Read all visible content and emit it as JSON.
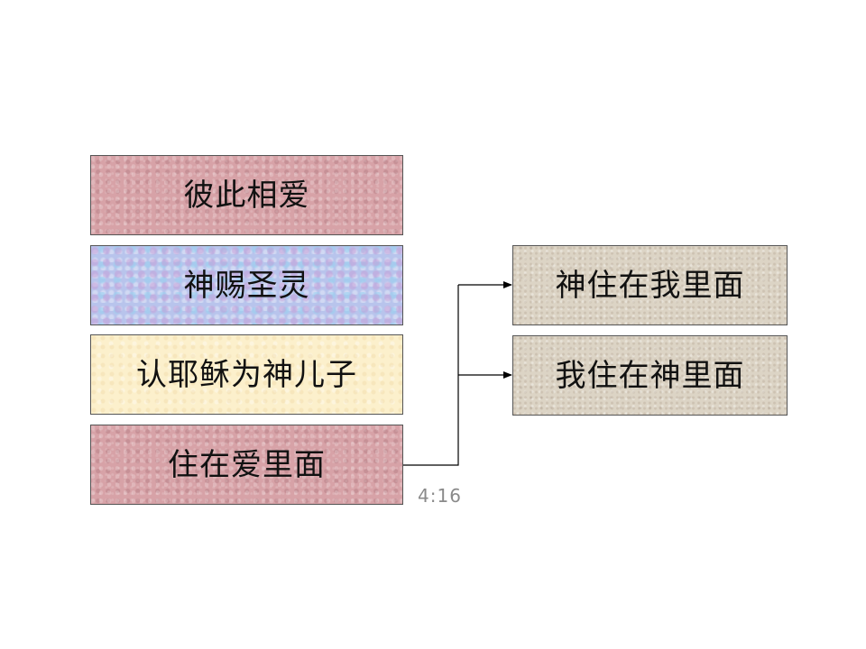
{
  "left_boxes": [
    {
      "label": "彼此相爱",
      "color": "#d7a2a7"
    },
    {
      "label": "神赐圣灵",
      "color": "#b8c4ec"
    },
    {
      "label": "认耶稣为神儿子",
      "color": "#fcf0cc"
    },
    {
      "label": "住在爱里面",
      "color": "#d7a2a7"
    }
  ],
  "right_boxes": [
    {
      "label": "神住在我里面",
      "color": "#dcd4c5"
    },
    {
      "label": "我住在神里面",
      "color": "#dcd4c5"
    }
  ],
  "page_number": "4:16",
  "colors": {
    "border": "#555555",
    "connector": "#000000",
    "page_number": "#8a8a8a"
  }
}
